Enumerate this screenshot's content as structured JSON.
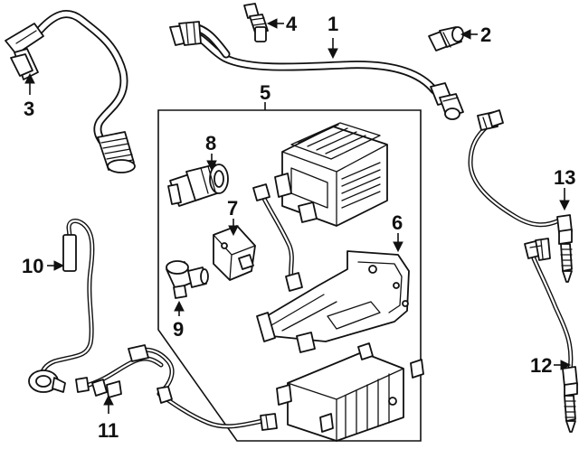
{
  "diagram": {
    "background_color": "#ffffff",
    "line_color": "#111111",
    "callouts": [
      {
        "id": "c1",
        "label": "1"
      },
      {
        "id": "c2",
        "label": "2"
      },
      {
        "id": "c3",
        "label": "3"
      },
      {
        "id": "c4",
        "label": "4"
      },
      {
        "id": "c5",
        "label": "5"
      },
      {
        "id": "c6",
        "label": "6"
      },
      {
        "id": "c7",
        "label": "7"
      },
      {
        "id": "c8",
        "label": "8"
      },
      {
        "id": "c9",
        "label": "9"
      },
      {
        "id": "c10",
        "label": "10"
      },
      {
        "id": "c11",
        "label": "11"
      },
      {
        "id": "c12",
        "label": "12"
      },
      {
        "id": "c13",
        "label": "13"
      }
    ]
  }
}
